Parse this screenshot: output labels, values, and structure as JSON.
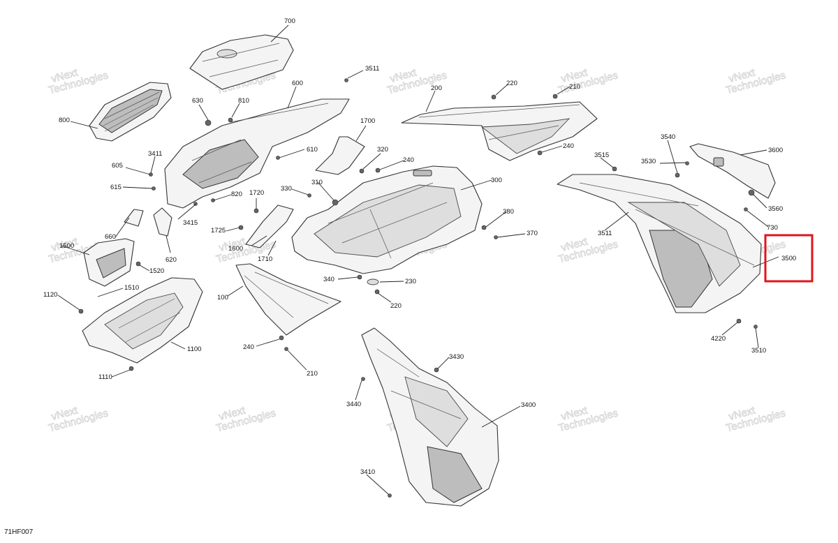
{
  "figure_id": "71HF007",
  "watermark": {
    "line1": "vNext",
    "line2": "Technologies"
  },
  "highlight": {
    "label": "3500"
  },
  "callouts": [
    {
      "id": "c700",
      "label": "700"
    },
    {
      "id": "c3511a",
      "label": "3511"
    },
    {
      "id": "c600",
      "label": "600"
    },
    {
      "id": "c630",
      "label": "630"
    },
    {
      "id": "c810",
      "label": "810"
    },
    {
      "id": "c800",
      "label": "800"
    },
    {
      "id": "c3411",
      "label": "3411"
    },
    {
      "id": "c605",
      "label": "605"
    },
    {
      "id": "c615",
      "label": "615"
    },
    {
      "id": "c610",
      "label": "610"
    },
    {
      "id": "c820",
      "label": "820"
    },
    {
      "id": "c3415",
      "label": "3415"
    },
    {
      "id": "c660",
      "label": "660"
    },
    {
      "id": "c620",
      "label": "620"
    },
    {
      "id": "c1500",
      "label": "1500"
    },
    {
      "id": "c1520",
      "label": "1520"
    },
    {
      "id": "c1510",
      "label": "1510"
    },
    {
      "id": "c1120",
      "label": "1120"
    },
    {
      "id": "c1100",
      "label": "1100"
    },
    {
      "id": "c1110",
      "label": "1110"
    },
    {
      "id": "c200",
      "label": "200"
    },
    {
      "id": "c220a",
      "label": "220"
    },
    {
      "id": "c210a",
      "label": "210"
    },
    {
      "id": "c240a",
      "label": "240"
    },
    {
      "id": "c1700",
      "label": "1700"
    },
    {
      "id": "c320",
      "label": "320"
    },
    {
      "id": "c240b",
      "label": "240"
    },
    {
      "id": "c310",
      "label": "310"
    },
    {
      "id": "c330",
      "label": "330"
    },
    {
      "id": "c300",
      "label": "300"
    },
    {
      "id": "c1720",
      "label": "1720"
    },
    {
      "id": "c1725",
      "label": "1725"
    },
    {
      "id": "c1600",
      "label": "1600"
    },
    {
      "id": "c1710",
      "label": "1710"
    },
    {
      "id": "c380",
      "label": "380"
    },
    {
      "id": "c370",
      "label": "370"
    },
    {
      "id": "c340",
      "label": "340"
    },
    {
      "id": "c230",
      "label": "230"
    },
    {
      "id": "c220b",
      "label": "220"
    },
    {
      "id": "c100",
      "label": "100"
    },
    {
      "id": "c240c",
      "label": "240"
    },
    {
      "id": "c210b",
      "label": "210"
    },
    {
      "id": "c3540",
      "label": "3540"
    },
    {
      "id": "c3515",
      "label": "3515"
    },
    {
      "id": "c3530",
      "label": "3530"
    },
    {
      "id": "c3600",
      "label": "3600"
    },
    {
      "id": "c3560",
      "label": "3560"
    },
    {
      "id": "c730",
      "label": "730"
    },
    {
      "id": "c3511b",
      "label": "3511"
    },
    {
      "id": "c3500",
      "label": "3500"
    },
    {
      "id": "c4220",
      "label": "4220"
    },
    {
      "id": "c3510",
      "label": "3510"
    },
    {
      "id": "c3430",
      "label": "3430"
    },
    {
      "id": "c3440",
      "label": "3440"
    },
    {
      "id": "c3400",
      "label": "3400"
    },
    {
      "id": "c3410",
      "label": "3410"
    }
  ]
}
